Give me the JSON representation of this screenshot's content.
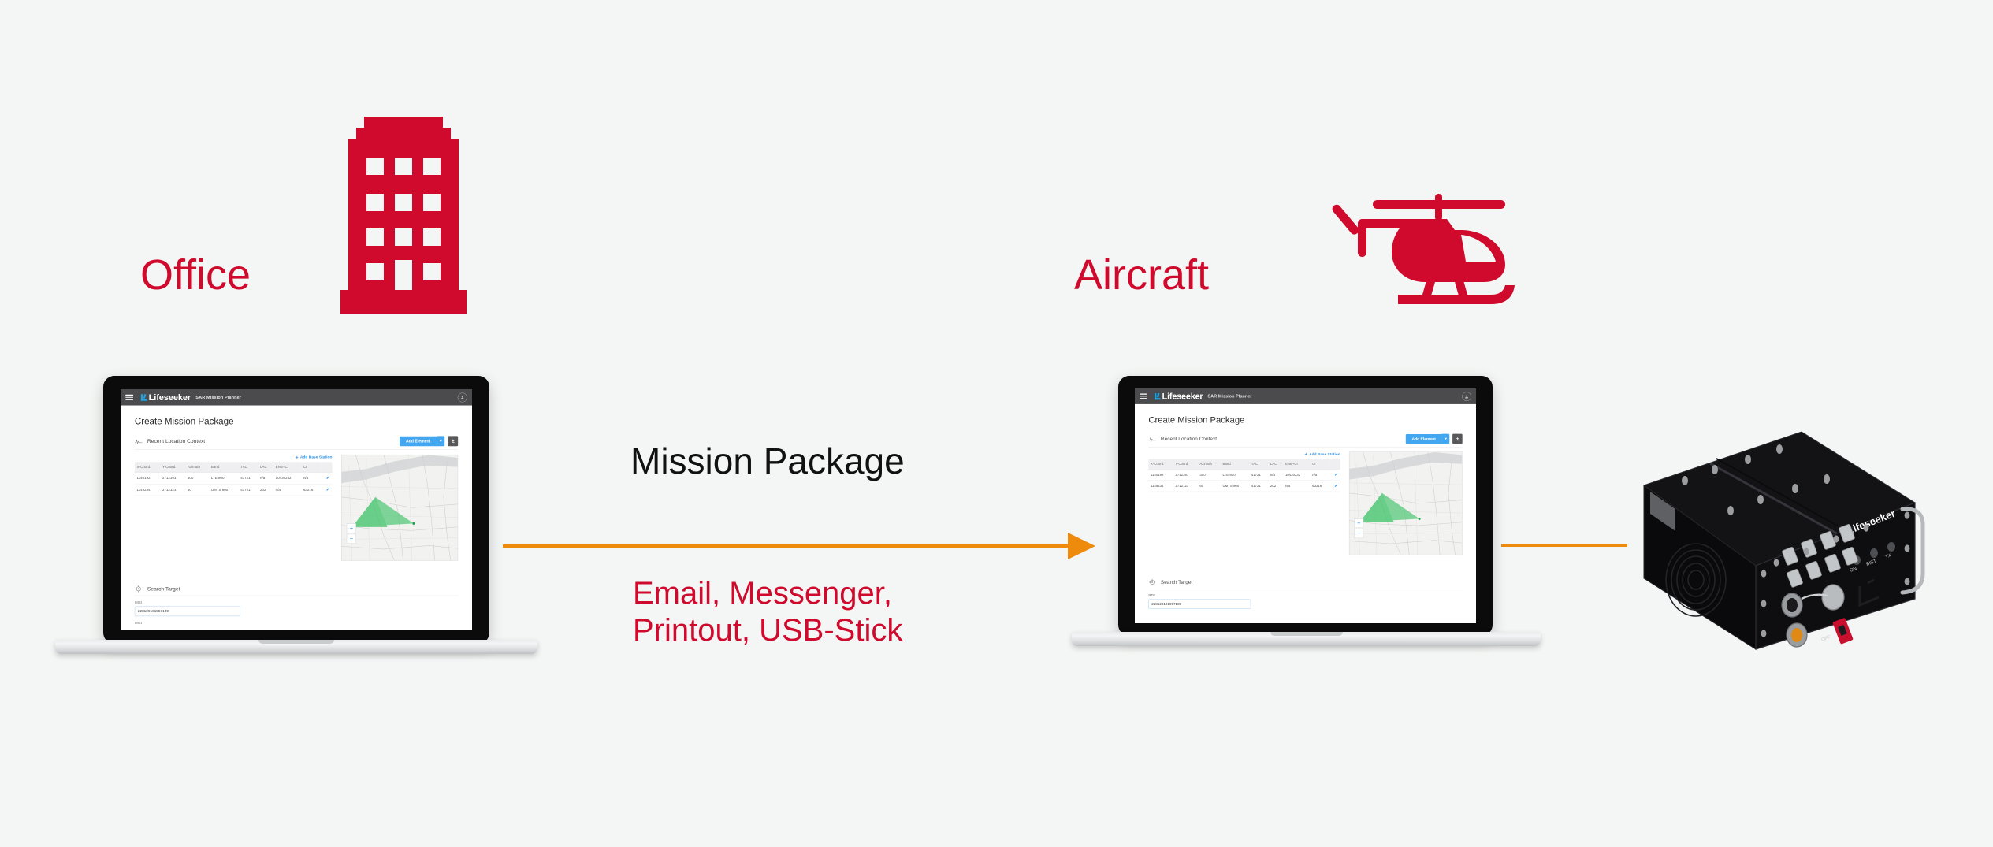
{
  "diagram": {
    "background_color": "#f4f6f5",
    "accent_red": "#cf0a2c",
    "accent_orange": "#ef8b0c",
    "office_label": "Office",
    "aircraft_label": "Aircraft",
    "mission_package_label": "Mission Package",
    "transport_label": "Email, Messenger,\nPrintout, USB-Stick",
    "icons": {
      "office": "office-building-icon",
      "aircraft": "helicopter-icon",
      "flow_left": "orange-arrow-right",
      "flow_right": "orange-line"
    }
  },
  "app": {
    "topbar": {
      "menu_icon": "hamburger-icon",
      "logo_text": "Lifeseeker",
      "logo_subtitle": "SAR Mission Planner",
      "account_icon": "account-circle-icon"
    },
    "page_title": "Create Mission Package",
    "sections": {
      "location": {
        "icon": "signal-antenna-icon",
        "title": "Recent Location Context",
        "add_element_label": "Add Element",
        "add_element_caret": "chevron-down-icon",
        "export_icon": "download-icon",
        "add_base_station_label": "Add Base Station",
        "add_base_station_icon": "plus-icon",
        "table": {
          "columns": [
            "X-Coord.",
            "Y-Coord.",
            "Azimuth",
            "Band",
            "TAC",
            "LAC",
            "ENB+CI",
            "CI",
            ""
          ],
          "rows": [
            [
              "1140192",
              "2712391",
              "300",
              "LTE 800",
              "41721",
              "n/a",
              "10430232",
              "n/a",
              "edit-icon"
            ],
            [
              "1149234",
              "2712123",
              "60",
              "UMTS 900",
              "41721",
              "202",
              "n/a",
              "63216",
              "edit-icon"
            ]
          ]
        },
        "map": {
          "zoom_in_label": "+",
          "zoom_out_label": "−",
          "overlay": "green-coverage-sectors"
        }
      },
      "search_target": {
        "icon": "target-crosshair-icon",
        "title": "Search Target",
        "fields": [
          {
            "label": "IMSI",
            "value": "228129101957139"
          },
          {
            "label": "IMEI",
            "value": ""
          }
        ]
      }
    }
  },
  "hardware": {
    "name": "Lifeseeker airborne unit",
    "brand_label": "Lifeseeker",
    "led_labels": [
      "ON",
      "BIST",
      "TX"
    ],
    "switch_label": "OFF"
  }
}
